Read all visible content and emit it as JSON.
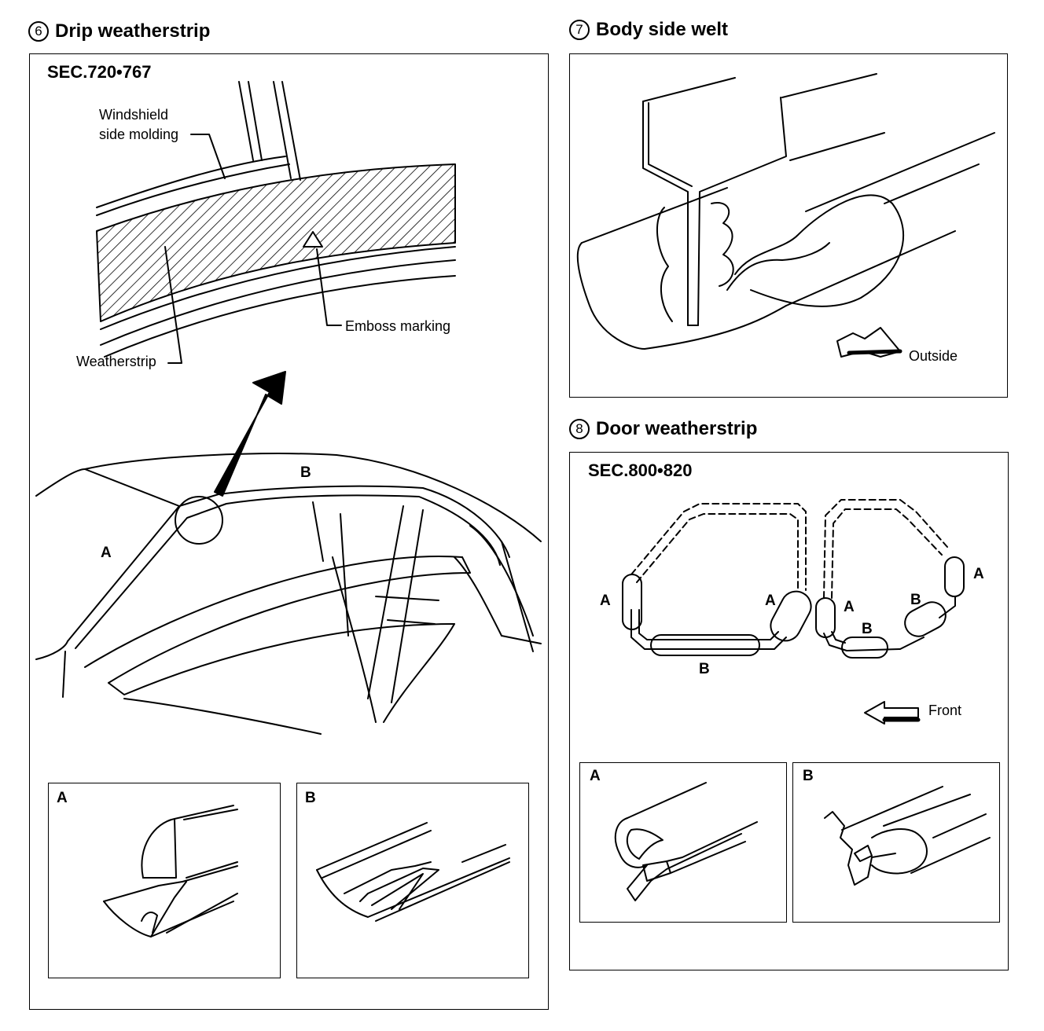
{
  "sections": {
    "drip": {
      "number": "6",
      "title": "Drip weatherstrip",
      "sec_code": "SEC.720•767",
      "labels": {
        "windshield_line1": "Windshield",
        "windshield_line2": "side molding",
        "emboss": "Emboss marking",
        "weatherstrip": "Weatherstrip",
        "a": "A",
        "b": "B"
      },
      "detail_a_label": "A",
      "detail_b_label": "B"
    },
    "welt": {
      "number": "7",
      "title": "Body side welt",
      "outside_label": "Outside"
    },
    "door": {
      "number": "8",
      "title": "Door weatherstrip",
      "sec_code": "SEC.800•820",
      "labels": {
        "a_left": "A",
        "a_right_front": "A",
        "a_rear_left": "A",
        "a_rear_right": "A",
        "b_front": "B",
        "b_rear_bottom": "B",
        "b_rear_side": "B"
      },
      "front_label": "Front",
      "detail_a_label": "A",
      "detail_b_label": "B"
    }
  }
}
